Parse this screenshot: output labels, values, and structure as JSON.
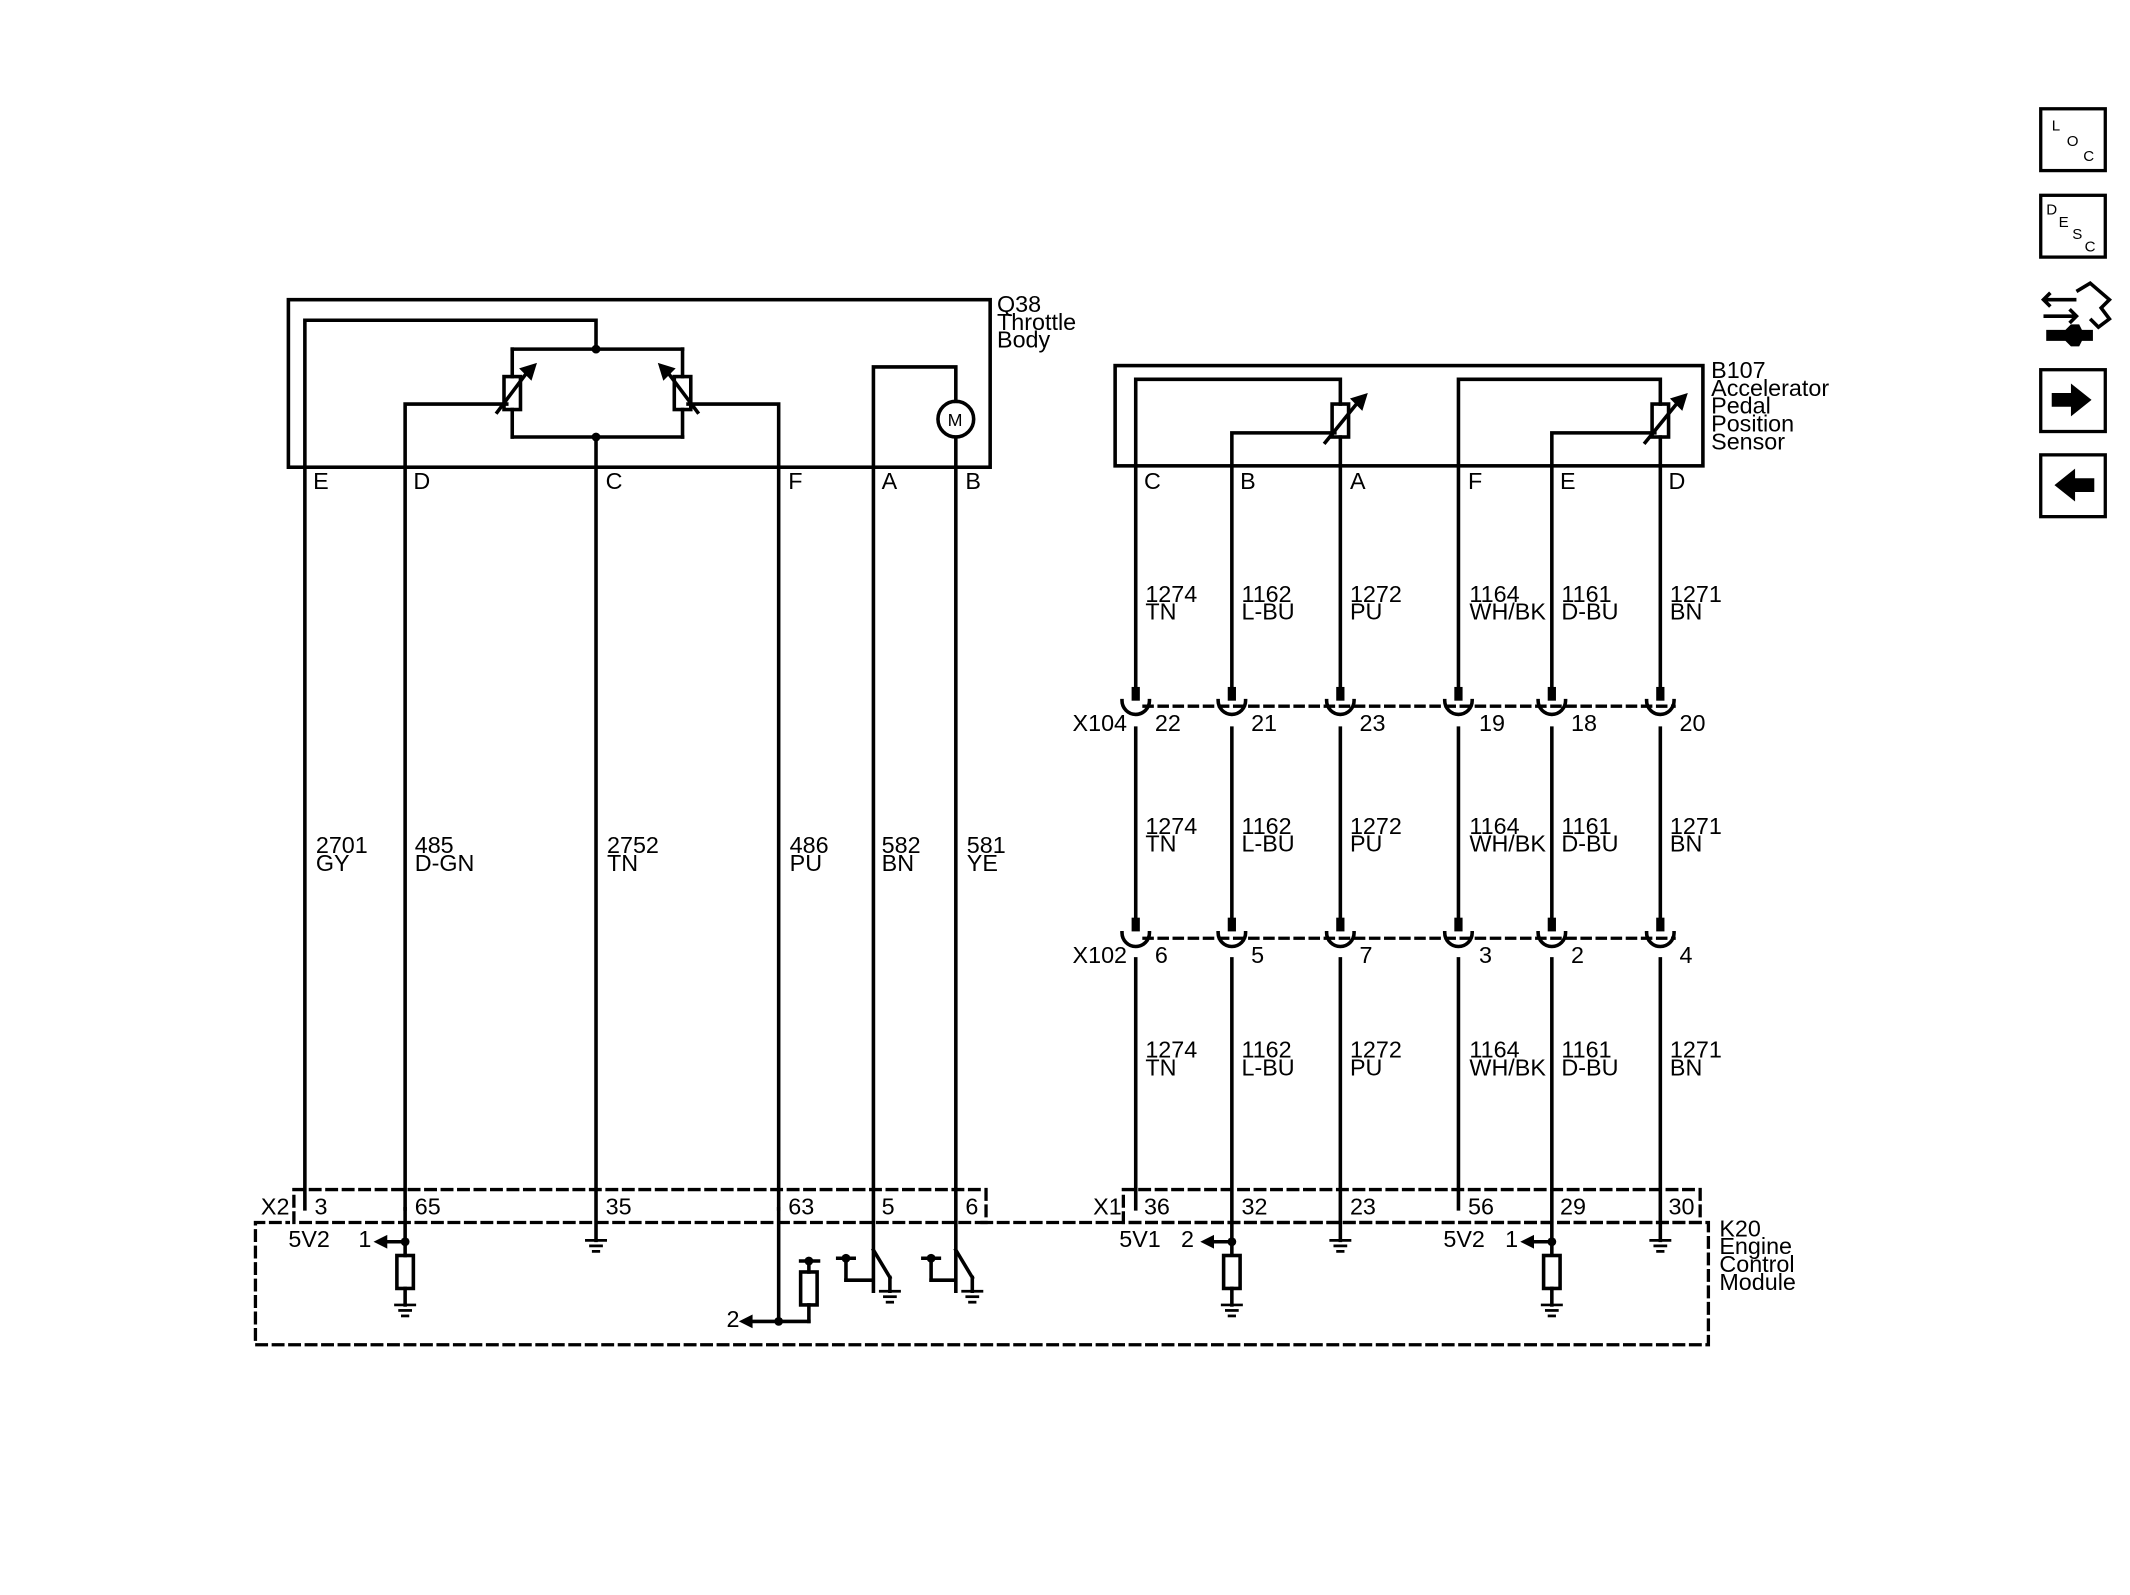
{
  "throttle_body": {
    "name_lines": [
      "Q38",
      "Throttle",
      "Body"
    ],
    "pins": [
      "E",
      "D",
      "C",
      "F",
      "A",
      "B"
    ],
    "motor_label": "M"
  },
  "pedal_sensor": {
    "name_lines": [
      "B107",
      "Accelerator",
      "Pedal",
      "Position",
      "Sensor"
    ],
    "pins": [
      "C",
      "B",
      "A",
      "F",
      "E",
      "D"
    ]
  },
  "throttle_wires": [
    {
      "circuit": "2701",
      "color": "GY"
    },
    {
      "circuit": "485",
      "color": "D-GN"
    },
    {
      "circuit": "2752",
      "color": "TN"
    },
    {
      "circuit": "486",
      "color": "PU"
    },
    {
      "circuit": "582",
      "color": "BN"
    },
    {
      "circuit": "581",
      "color": "YE"
    }
  ],
  "pedal_wires": [
    {
      "circuit": "1274",
      "color": "TN"
    },
    {
      "circuit": "1162",
      "color": "L-BU"
    },
    {
      "circuit": "1272",
      "color": "PU"
    },
    {
      "circuit": "1164",
      "color": "WH/BK"
    },
    {
      "circuit": "1161",
      "color": "D-BU"
    },
    {
      "circuit": "1271",
      "color": "BN"
    }
  ],
  "connector_x104": {
    "name": "X104",
    "pins": [
      "22",
      "21",
      "23",
      "19",
      "18",
      "20"
    ]
  },
  "connector_x102": {
    "name": "X102",
    "pins": [
      "6",
      "5",
      "7",
      "3",
      "2",
      "4"
    ]
  },
  "connector_x2": {
    "name": "X2",
    "pins": [
      "3",
      "65",
      "35",
      "63",
      "5",
      "6"
    ]
  },
  "connector_x1": {
    "name": "X1",
    "pins": [
      "36",
      "32",
      "23",
      "56",
      "29",
      "30"
    ]
  },
  "ecm": {
    "name_lines": [
      "K20",
      "Engine",
      "Control",
      "Module"
    ],
    "ref_labels": {
      "x2_ref": "5V2",
      "x1_ref_a": "5V1",
      "x1_ref_b": "5V2"
    },
    "arrow_labels": {
      "d_arrow": "1",
      "f_arrow": "2",
      "b_arrow": "2",
      "e_arrow": "1"
    }
  },
  "nav": {
    "loc": [
      "L",
      "O",
      "C"
    ],
    "desc": [
      "D",
      "E",
      "S",
      "C"
    ]
  }
}
